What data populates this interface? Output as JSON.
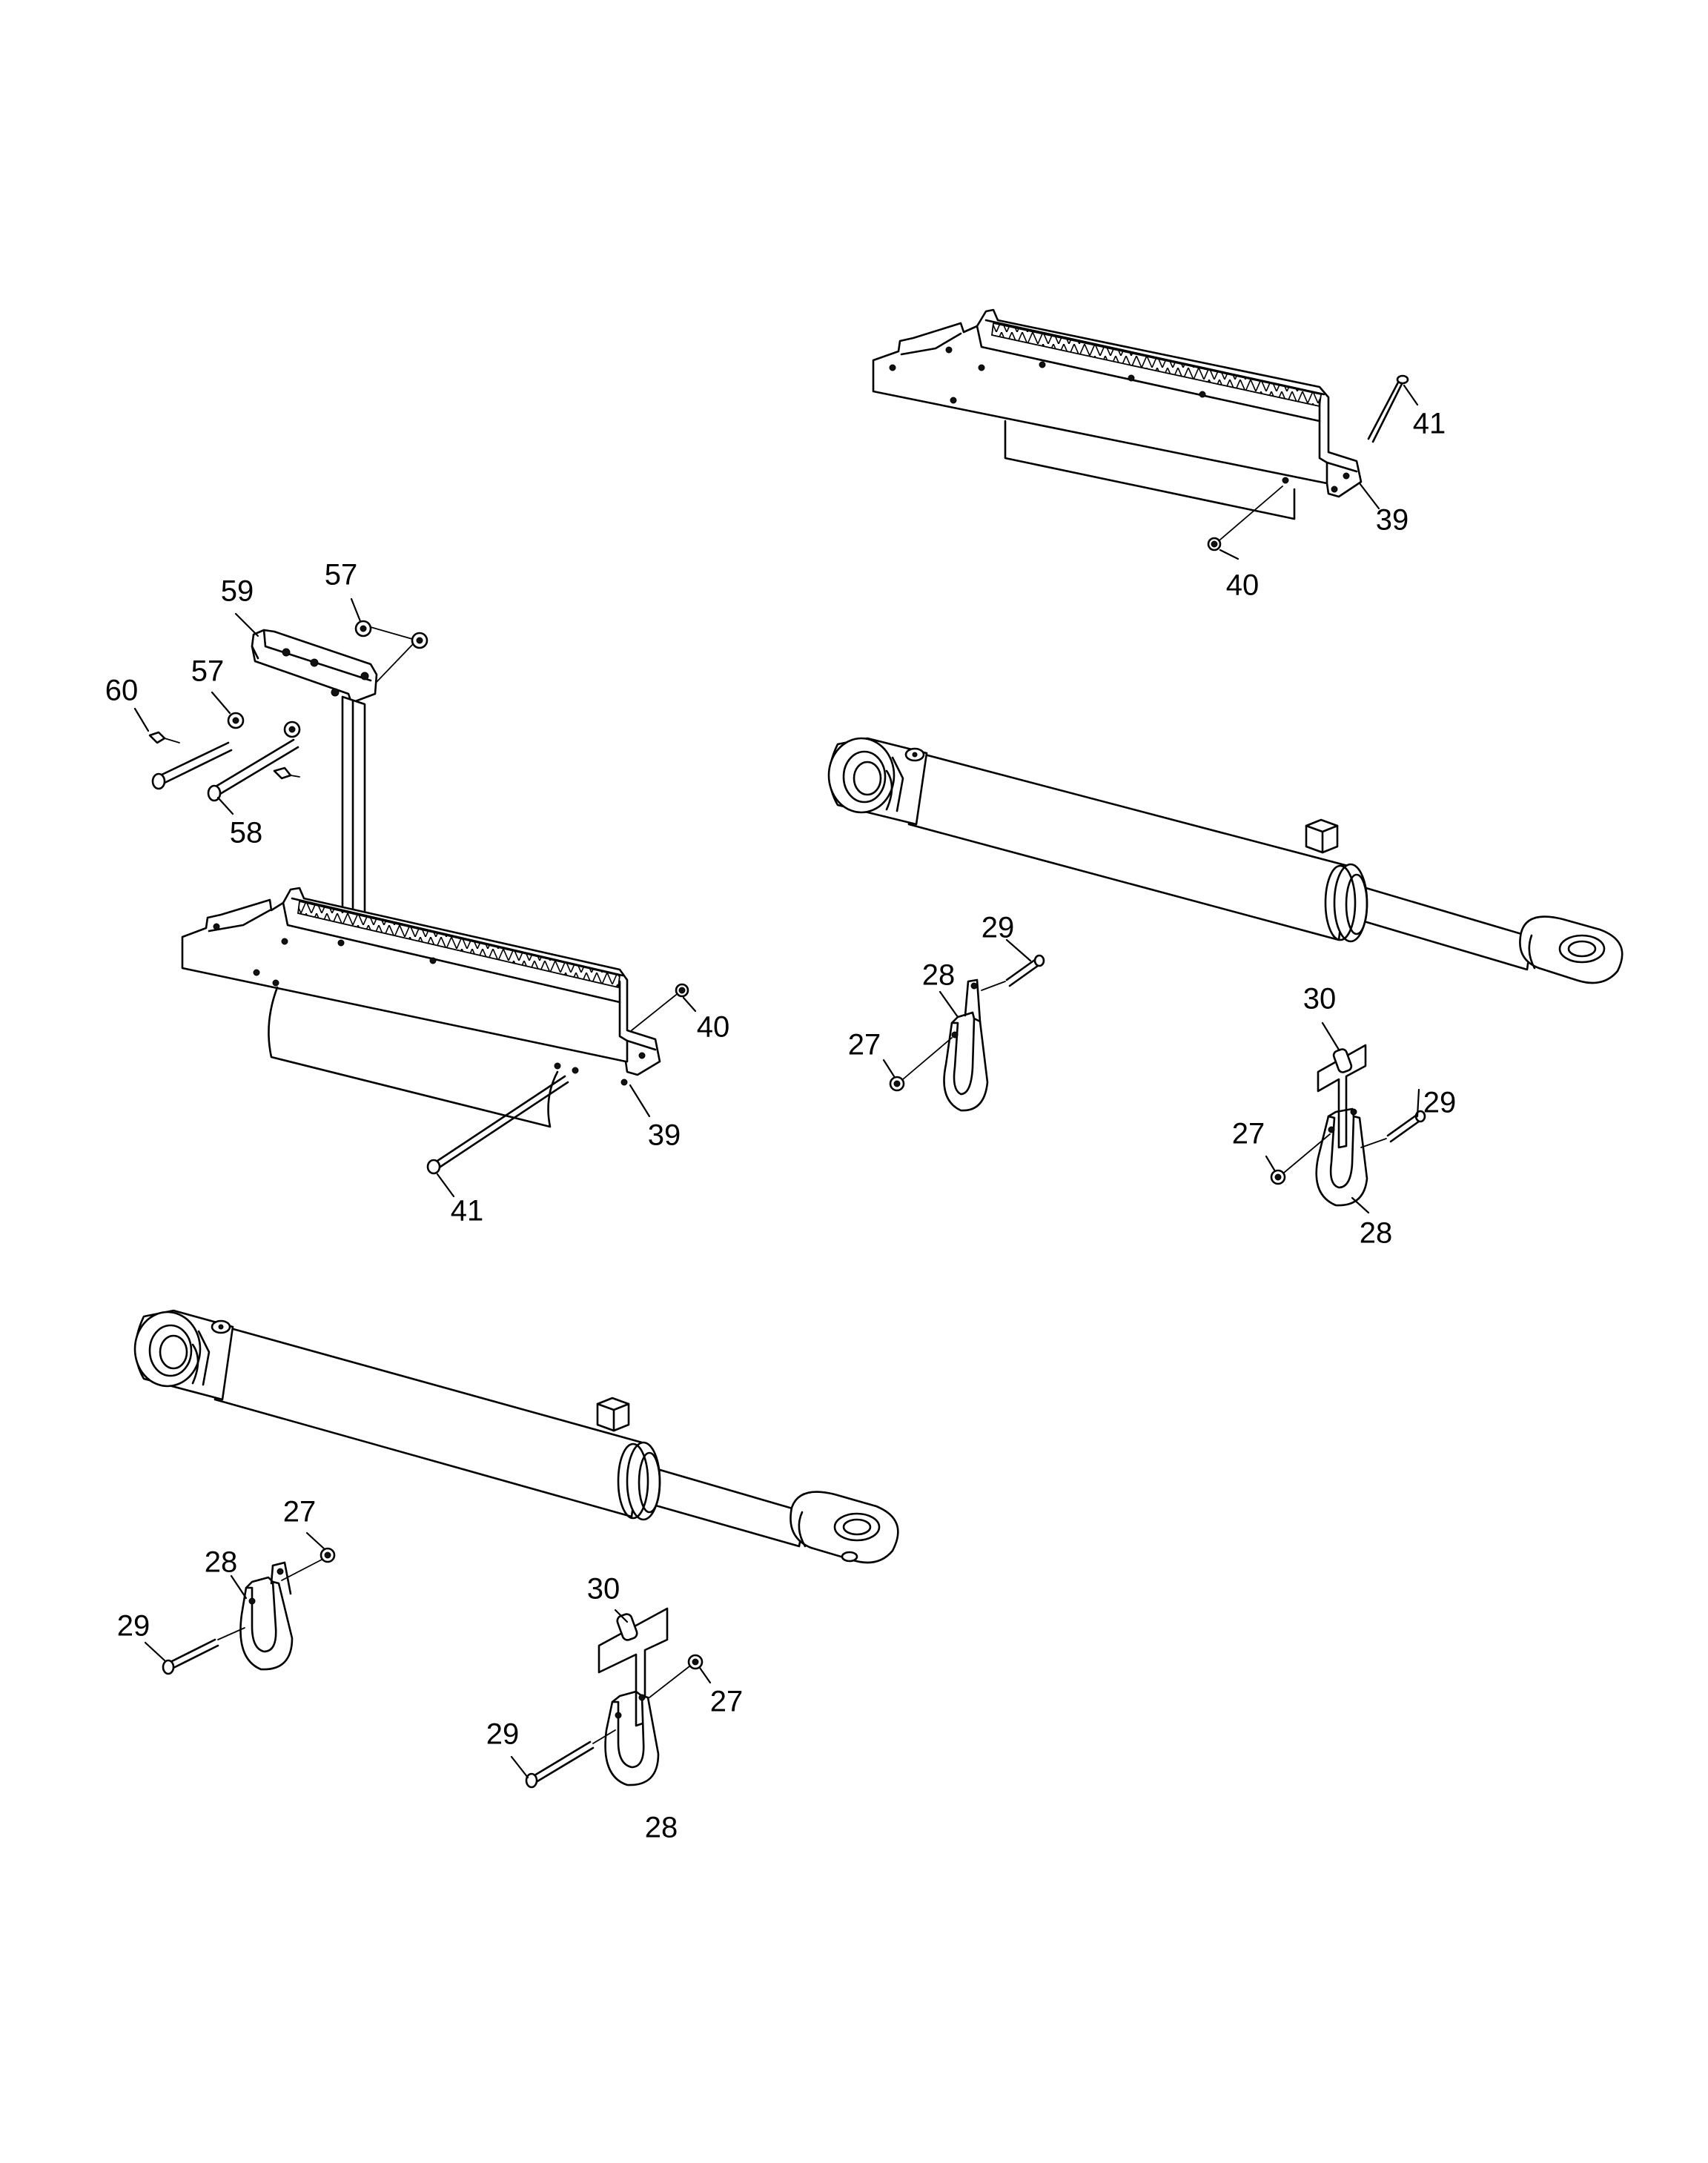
{
  "callouts": {
    "c41_top": "41",
    "c39_top": "39",
    "c40_top": "40",
    "c57_a": "57",
    "c59": "59",
    "c57_b": "57",
    "c60": "60",
    "c58": "58",
    "c40_left": "40",
    "c39_left": "39",
    "c41_left": "41",
    "c29_r1": "29",
    "c28_r1": "28",
    "c27_r1": "27",
    "c30_r2": "30",
    "c29_r2": "29",
    "c27_r2": "27",
    "c28_r2": "28",
    "c27_b1": "27",
    "c28_b1": "28",
    "c29_b1": "29",
    "c30_b2": "30",
    "c27_b2": "27",
    "c29_b2": "29",
    "c28_b2": "28"
  }
}
